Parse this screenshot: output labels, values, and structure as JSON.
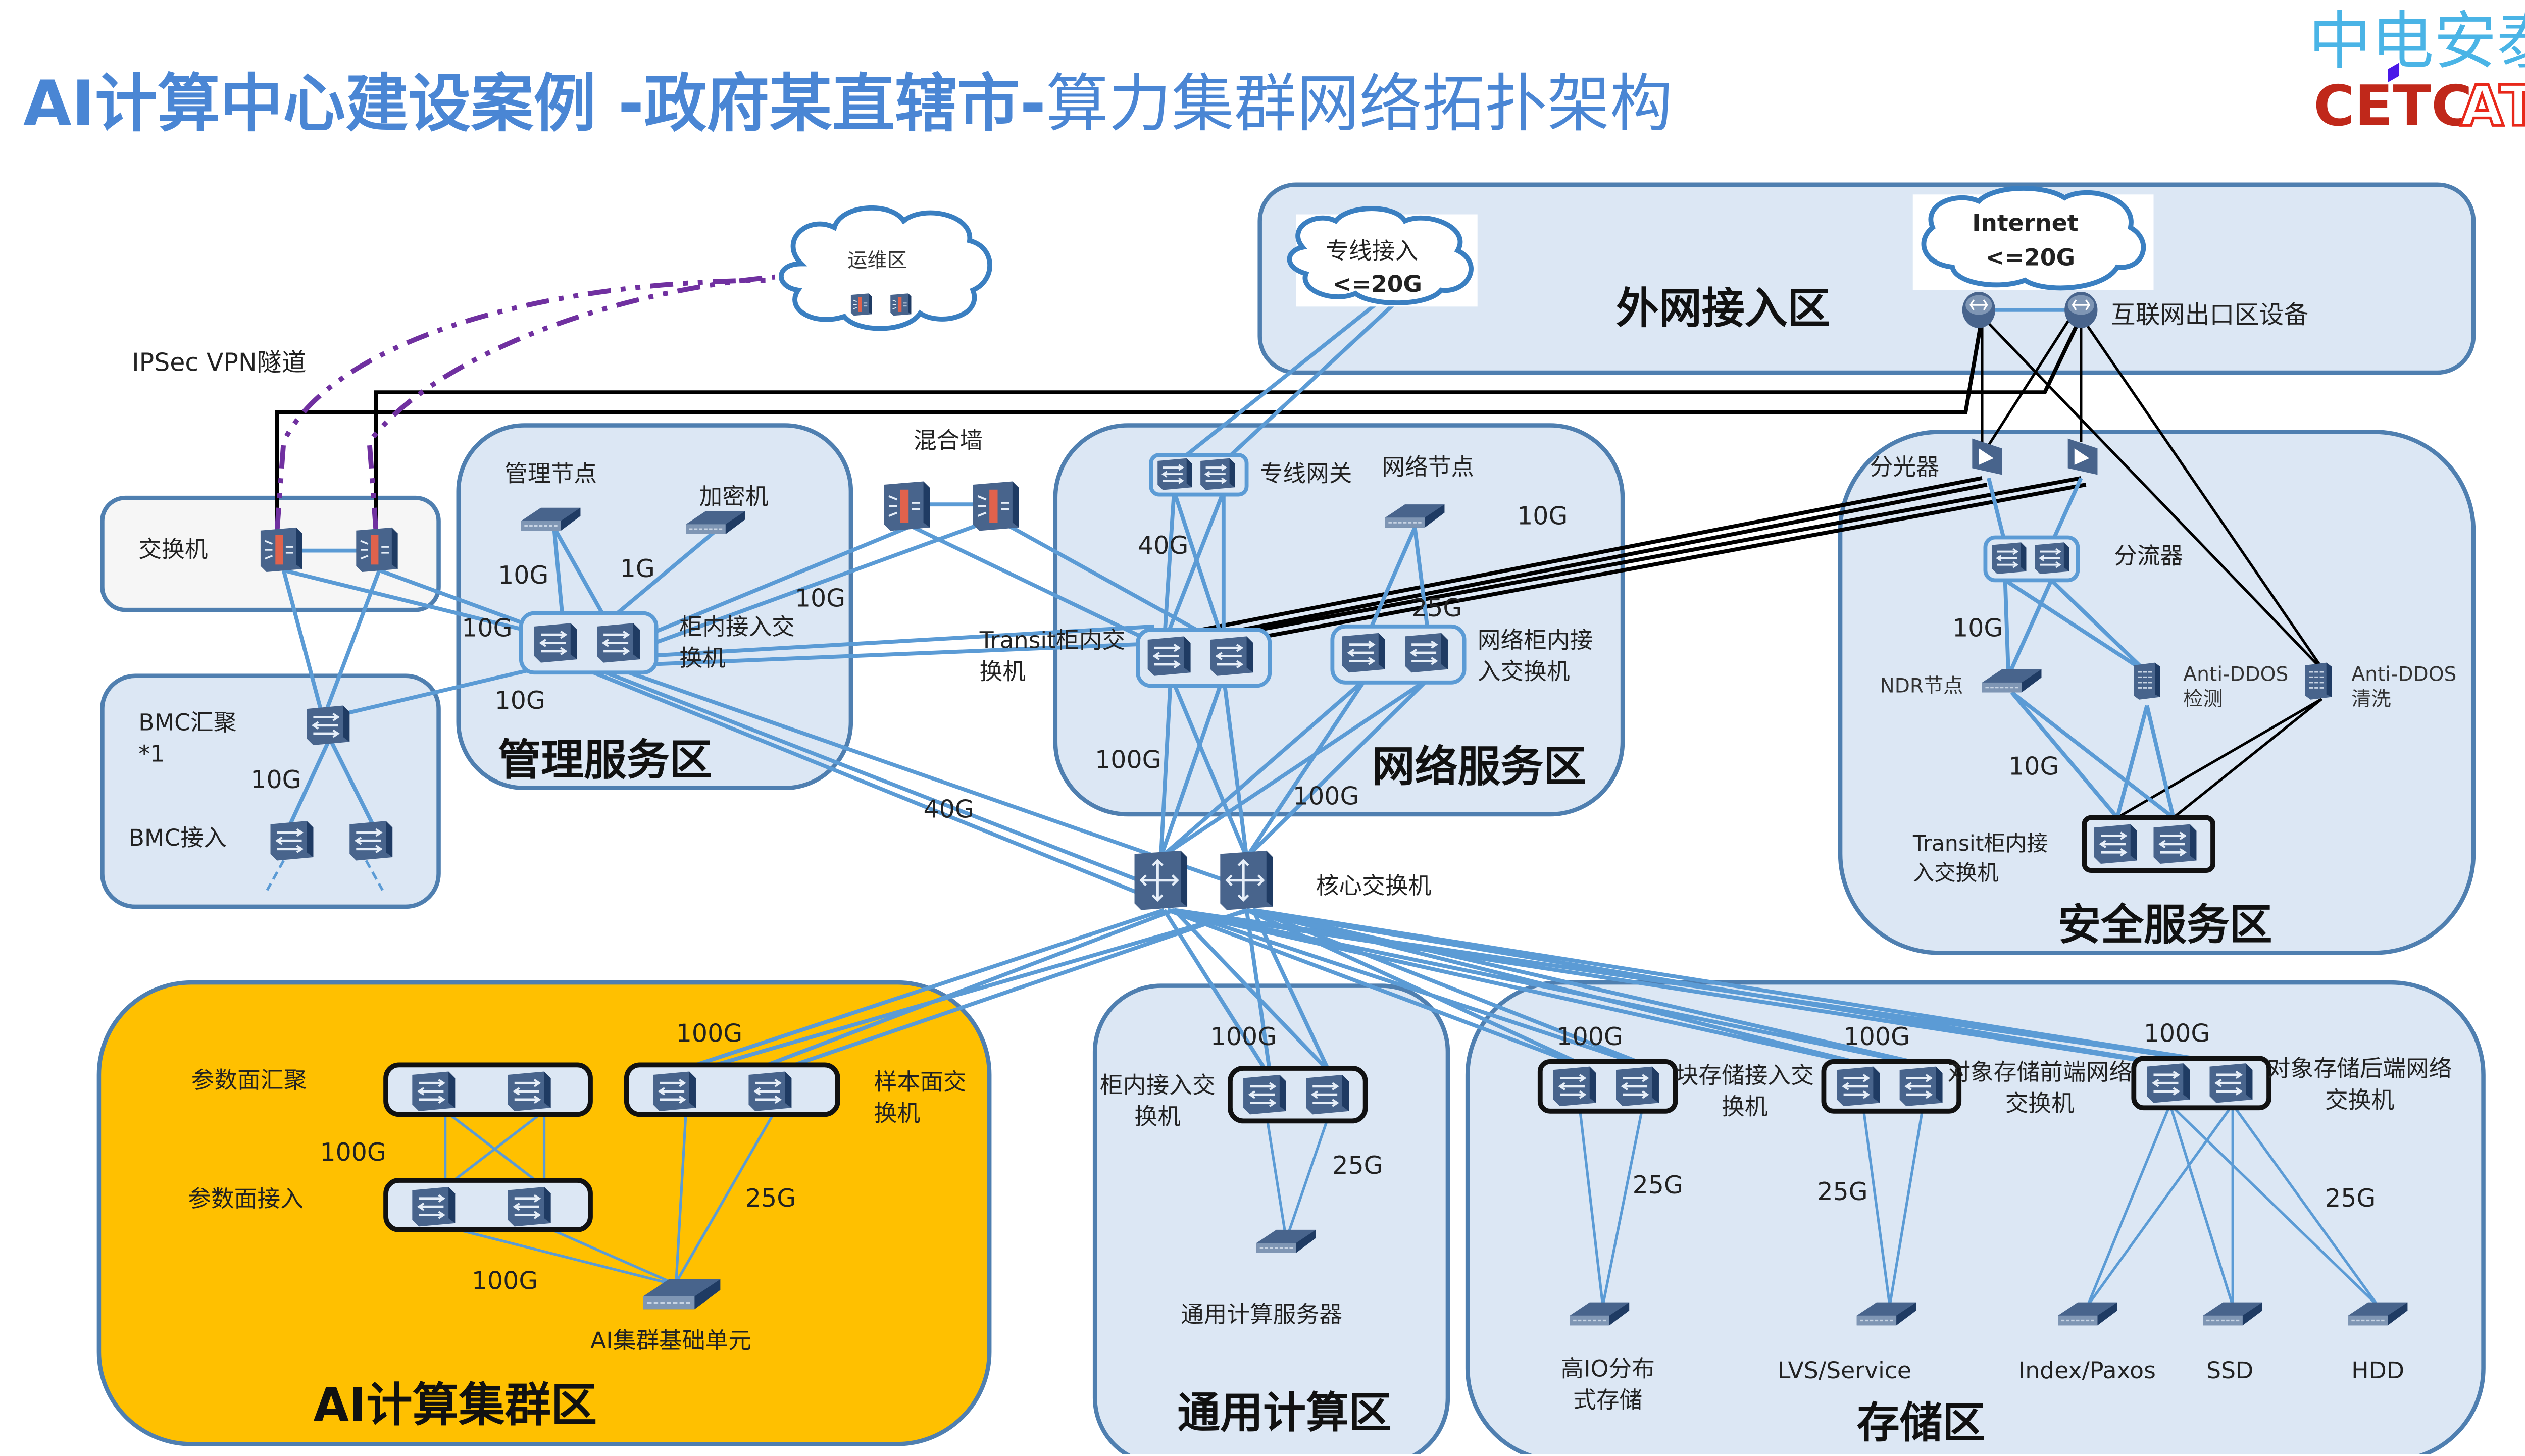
{
  "header": {
    "title_bold": "AI计算中心建设案例 -政府某直辖市-",
    "title_regular": "算力集群网络拓扑架构",
    "title_color": "#4a86d4"
  },
  "logo": {
    "chinese": "中电安泰",
    "latin_left": "CETC",
    "latin_right": "AT",
    "chinese_color": "#4ab4e6",
    "latin_left_color": "#c0281a",
    "latin_right_color": "#e8281a"
  },
  "colors": {
    "zone_fill": "#dce7f4",
    "zone_border": "#4f7fb0",
    "ai_zone_fill": "#ffc000",
    "link_blue": "#5b9bd5",
    "vpn_purple": "#7030a0",
    "device": "#48648c"
  },
  "clouds": {
    "ops": {
      "label": "运维区"
    },
    "leased_line": {
      "label": "专线接入",
      "capacity": "<=20G"
    },
    "internet": {
      "label": "Internet",
      "capacity": "<=20G"
    }
  },
  "vpn": {
    "label": "IPSec VPN隧道"
  },
  "zones": {
    "external": {
      "title": "外网接入区",
      "internet_exit_label": "互联网出口区设备"
    },
    "edge_switch": {
      "label": "交换机"
    },
    "bmc": {
      "agg_label": "BMC汇聚*1",
      "access_label": "BMC接入",
      "speed": "10G"
    },
    "mgmt": {
      "title": "管理服务区",
      "mgmt_node": "管理节点",
      "crypto": "加密机",
      "tor_label": "柜内接入交换机",
      "speeds": [
        "10G",
        "1G",
        "10G",
        "10G",
        "10G"
      ]
    },
    "firewall": {
      "label": "混合墙"
    },
    "network": {
      "title": "网络服务区",
      "leased_gw": "专线网关",
      "net_node": "网络节点",
      "transit_label": "Transit柜内交换机",
      "net_tor_label": "网络柜内接入交换机",
      "speeds": {
        "gw": "40G",
        "node": "10G",
        "tor": "25G",
        "core_a": "100G",
        "core_b": "100G"
      }
    },
    "security": {
      "title": "安全服务区",
      "splitter": "分光器",
      "tap": "分流器",
      "ndr": "NDR节点",
      "ddos_detect": "Anti-DDOS检测",
      "ddos_clean": "Anti-DDOS清洗",
      "transit_label": "Transit柜内接入交换机",
      "speeds": [
        "10G",
        "10G"
      ]
    },
    "core": {
      "label": "核心交换机",
      "uplink_40g": "40G"
    },
    "ai": {
      "title": "AI计算集群区",
      "param_agg": "参数面汇聚",
      "param_access": "参数面接入",
      "sample_switch": "样本面交换机",
      "base_unit": "AI集群基础单元",
      "speeds": {
        "uplink": "100G",
        "param": "100G",
        "unit": "100G",
        "sample": "25G"
      }
    },
    "general": {
      "title": "通用计算区",
      "tor_label": "柜内接入交换机",
      "server_label": "通用计算服务器",
      "speeds": {
        "uplink": "100G",
        "server": "25G"
      }
    },
    "storage": {
      "title": "存储区",
      "block_switch": "块存储接入交换机",
      "obj_front": "对象存储前端网络交换机",
      "obj_back": "对象存储后端网络交换机",
      "nodes": [
        "高IO分布式存储",
        "LVS/Service",
        "Index/Paxos",
        "SSD",
        "HDD"
      ],
      "speeds": {
        "uplink_a": "100G",
        "uplink_b": "100G",
        "uplink_c": "100G",
        "block": "25G",
        "front": "25G",
        "back": "25G"
      }
    }
  }
}
